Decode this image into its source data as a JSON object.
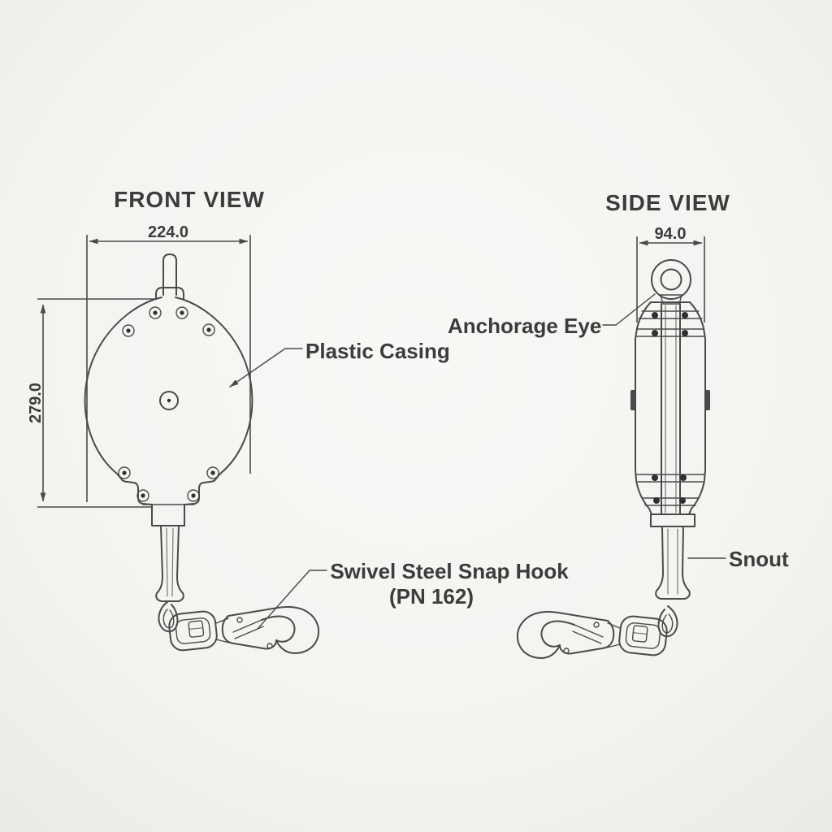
{
  "diagram": {
    "title_front": "FRONT VIEW",
    "title_side": "SIDE VIEW",
    "dimensions": {
      "front_width": "224.0",
      "front_height": "279.0",
      "side_width": "94.0"
    },
    "labels": {
      "plastic_casing": "Plastic Casing",
      "anchorage_eye": "Anchorage Eye",
      "snap_hook": "Swivel Steel Snap Hook",
      "snap_hook_pn": "(PN 162)",
      "snout": "Snout"
    },
    "colors": {
      "background": "#f6f5f2",
      "ink": "#4a4a4a",
      "text": "#3c3c3c"
    }
  }
}
